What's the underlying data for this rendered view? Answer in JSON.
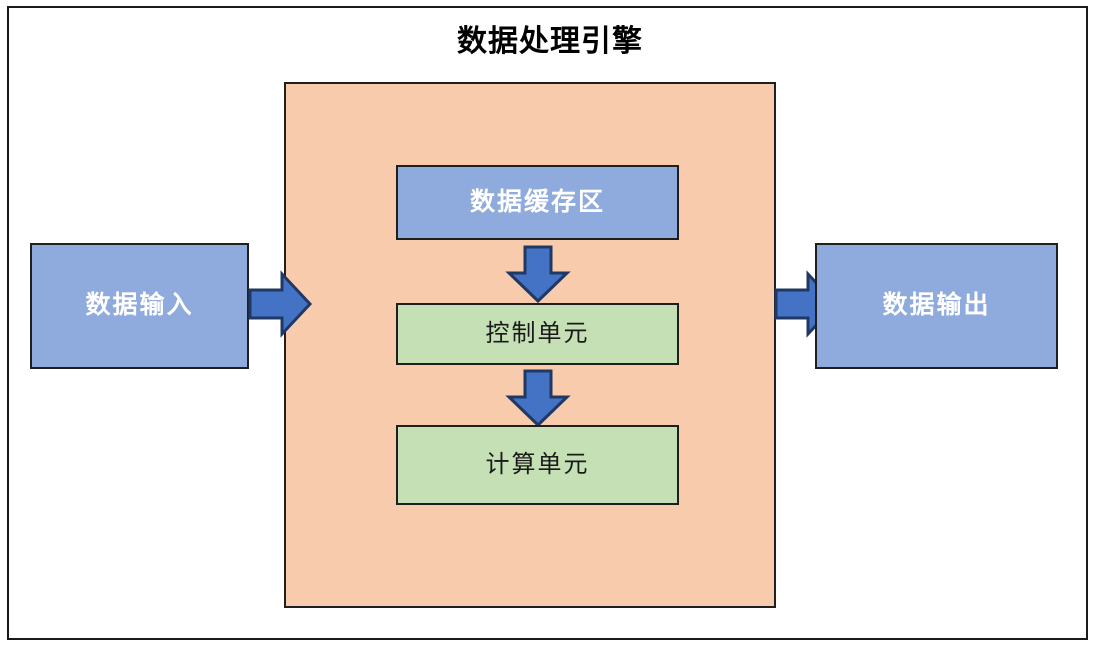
{
  "diagram": {
    "title": "数据处理引擎",
    "colors": {
      "node_blue_fill": "#8FAADC",
      "node_green_fill": "#C5E0B4",
      "container_fill": "#F8CBAD",
      "arrow_fill": "#4472C4",
      "arrow_stroke": "#1F3864",
      "border": "#1F1F1F",
      "background": "#FFFFFF"
    },
    "nodes": [
      {
        "id": "data-input",
        "label": "数据输入",
        "shape": "rectangle",
        "fill": "#8FAADC",
        "text_color": "#FFFFFF"
      },
      {
        "id": "data-cache",
        "label": "数据缓存区",
        "shape": "rectangle",
        "fill": "#8FAADC",
        "text_color": "#FFFFFF"
      },
      {
        "id": "control-unit",
        "label": "控制单元",
        "shape": "rectangle",
        "fill": "#C5E0B4",
        "text_color": "#1A1A1A"
      },
      {
        "id": "compute-unit",
        "label": "计算单元",
        "shape": "rectangle",
        "fill": "#C5E0B4",
        "text_color": "#1A1A1A"
      },
      {
        "id": "data-output",
        "label": "数据输出",
        "shape": "rectangle",
        "fill": "#8FAADC",
        "text_color": "#FFFFFF"
      }
    ],
    "container": {
      "id": "engine-container",
      "label": "数据处理引擎",
      "fill": "#F8CBAD",
      "contains": [
        "data-cache",
        "control-unit",
        "compute-unit"
      ]
    },
    "arrows": [
      {
        "id": "input-to-engine",
        "from": "data-input",
        "to": "engine-container",
        "direction": "right"
      },
      {
        "id": "cache-to-control",
        "from": "data-cache",
        "to": "control-unit",
        "direction": "down"
      },
      {
        "id": "control-to-compute",
        "from": "control-unit",
        "to": "compute-unit",
        "direction": "down"
      },
      {
        "id": "engine-to-output",
        "from": "engine-container",
        "to": "data-output",
        "direction": "right"
      }
    ]
  }
}
